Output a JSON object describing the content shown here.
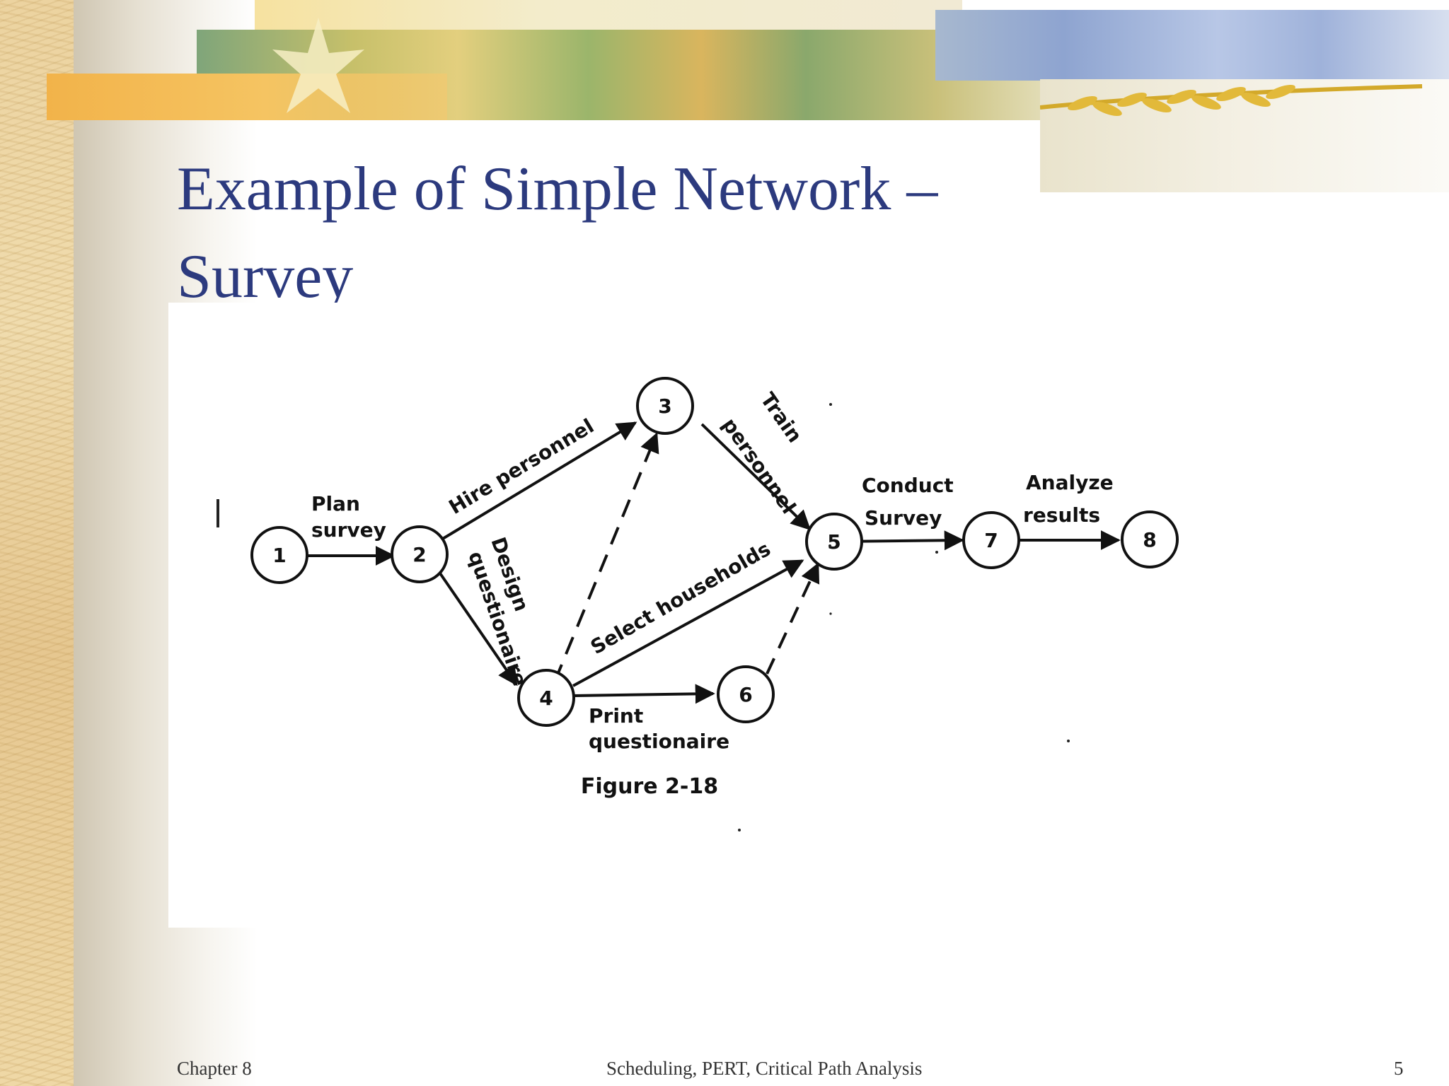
{
  "slide": {
    "title_line1": "Example of Simple Network –",
    "title_line2": "Survey"
  },
  "figure": {
    "caption": "Figure 2-18",
    "nodes": [
      "1",
      "2",
      "3",
      "4",
      "5",
      "6",
      "7",
      "8"
    ],
    "activities": [
      {
        "from": "1",
        "to": "2",
        "label_lines": [
          "Plan",
          "survey"
        ],
        "style": "solid"
      },
      {
        "from": "2",
        "to": "3",
        "label_lines": [
          "Hire personnel"
        ],
        "style": "solid"
      },
      {
        "from": "2",
        "to": "4",
        "label_lines": [
          "Design",
          "questionaire"
        ],
        "style": "solid"
      },
      {
        "from": "3",
        "to": "5",
        "label_lines": [
          "Train",
          "personnel"
        ],
        "style": "solid"
      },
      {
        "from": "4",
        "to": "3",
        "label_lines": [],
        "style": "dashed"
      },
      {
        "from": "4",
        "to": "5",
        "label_lines": [
          "Select households"
        ],
        "style": "solid"
      },
      {
        "from": "4",
        "to": "6",
        "label_lines": [
          "Print",
          "questionaire"
        ],
        "style": "solid"
      },
      {
        "from": "6",
        "to": "5",
        "label_lines": [],
        "style": "dashed"
      },
      {
        "from": "5",
        "to": "7",
        "label_lines": [
          "Conduct",
          "Survey"
        ],
        "style": "solid"
      },
      {
        "from": "7",
        "to": "8",
        "label_lines": [
          "Analyze",
          "results"
        ],
        "style": "solid"
      }
    ]
  },
  "footer": {
    "left": "Chapter 8",
    "center": "Scheduling, PERT, Critical Path Analysis",
    "right": "5"
  }
}
